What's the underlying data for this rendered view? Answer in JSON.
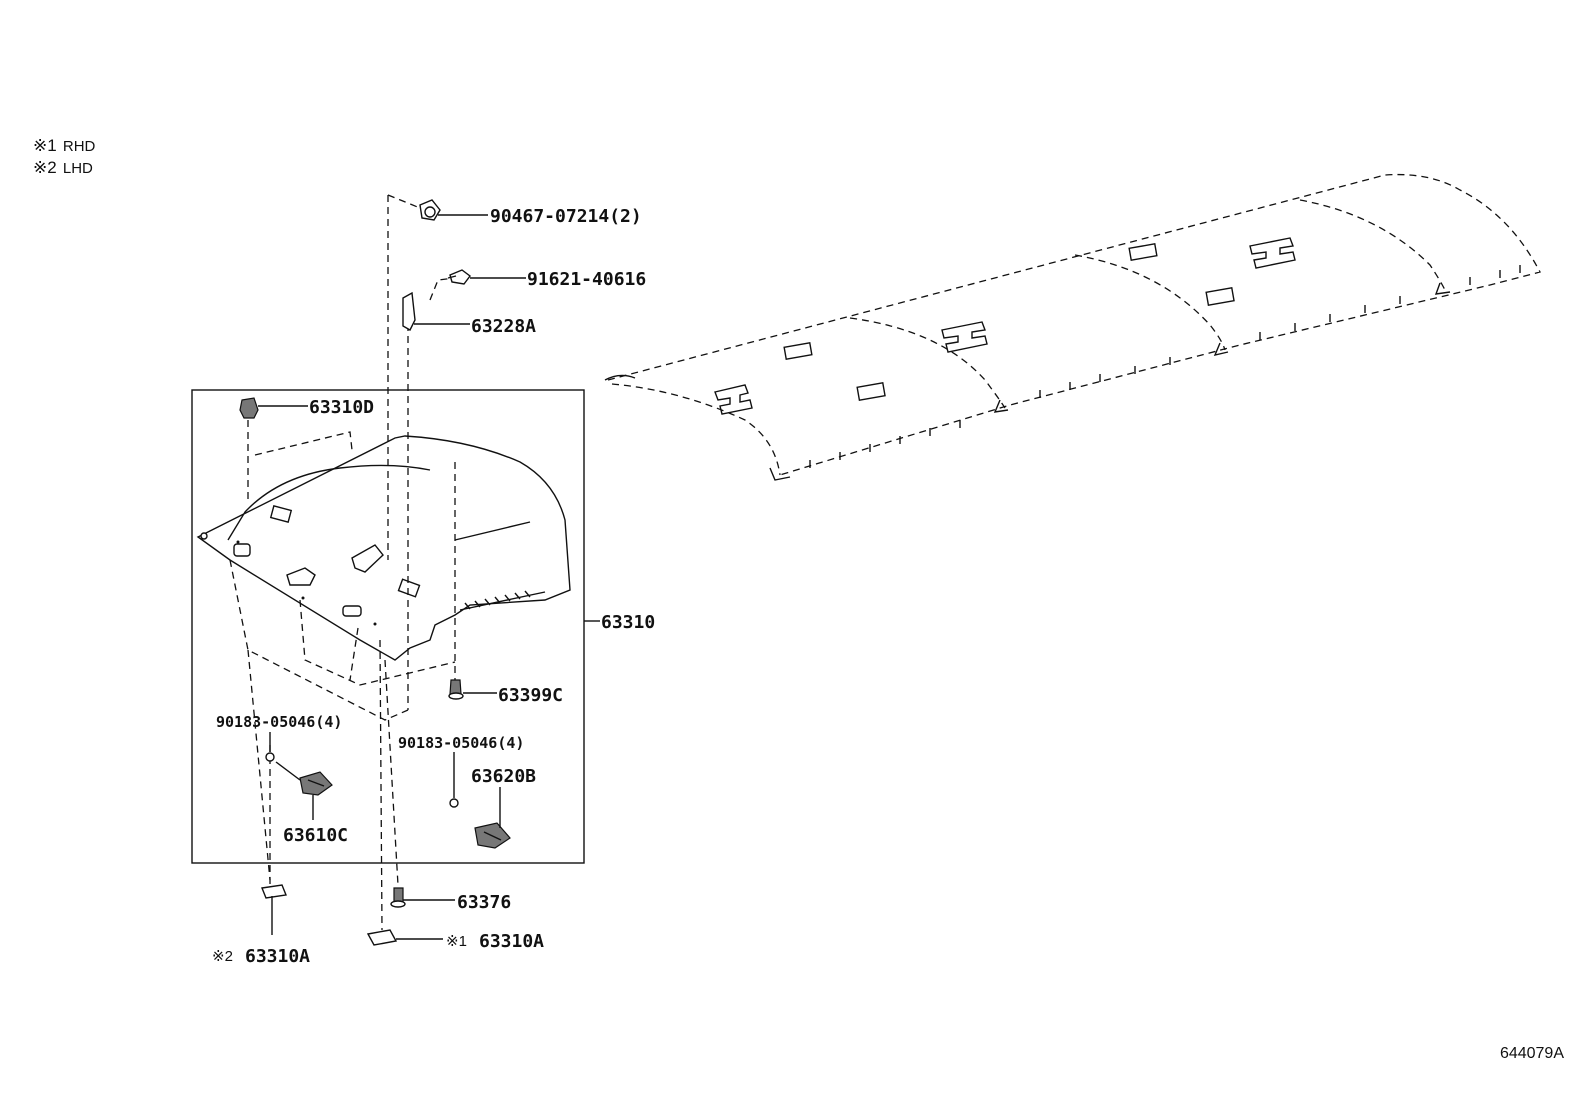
{
  "legend": [
    {
      "mark": "※1",
      "text": "RHD"
    },
    {
      "mark": "※2",
      "text": "LHD"
    }
  ],
  "labels": {
    "p90467": "90467-07214(2)",
    "p91621": "91621-40616",
    "p63228A": "63228A",
    "p63310D": "63310D",
    "p63310": "63310",
    "p63399C": "63399C",
    "p90183_left": "90183-05046(4)",
    "p90183_right": "90183-05046(4)",
    "p63620B": "63620B",
    "p63610C": "63610C",
    "p63376": "63376",
    "p63310A_rhd_mark": "※1",
    "p63310A_rhd": "63310A",
    "p63310A_lhd_mark": "※2",
    "p63310A_lhd": "63310A"
  },
  "diagram_code": "644079A"
}
